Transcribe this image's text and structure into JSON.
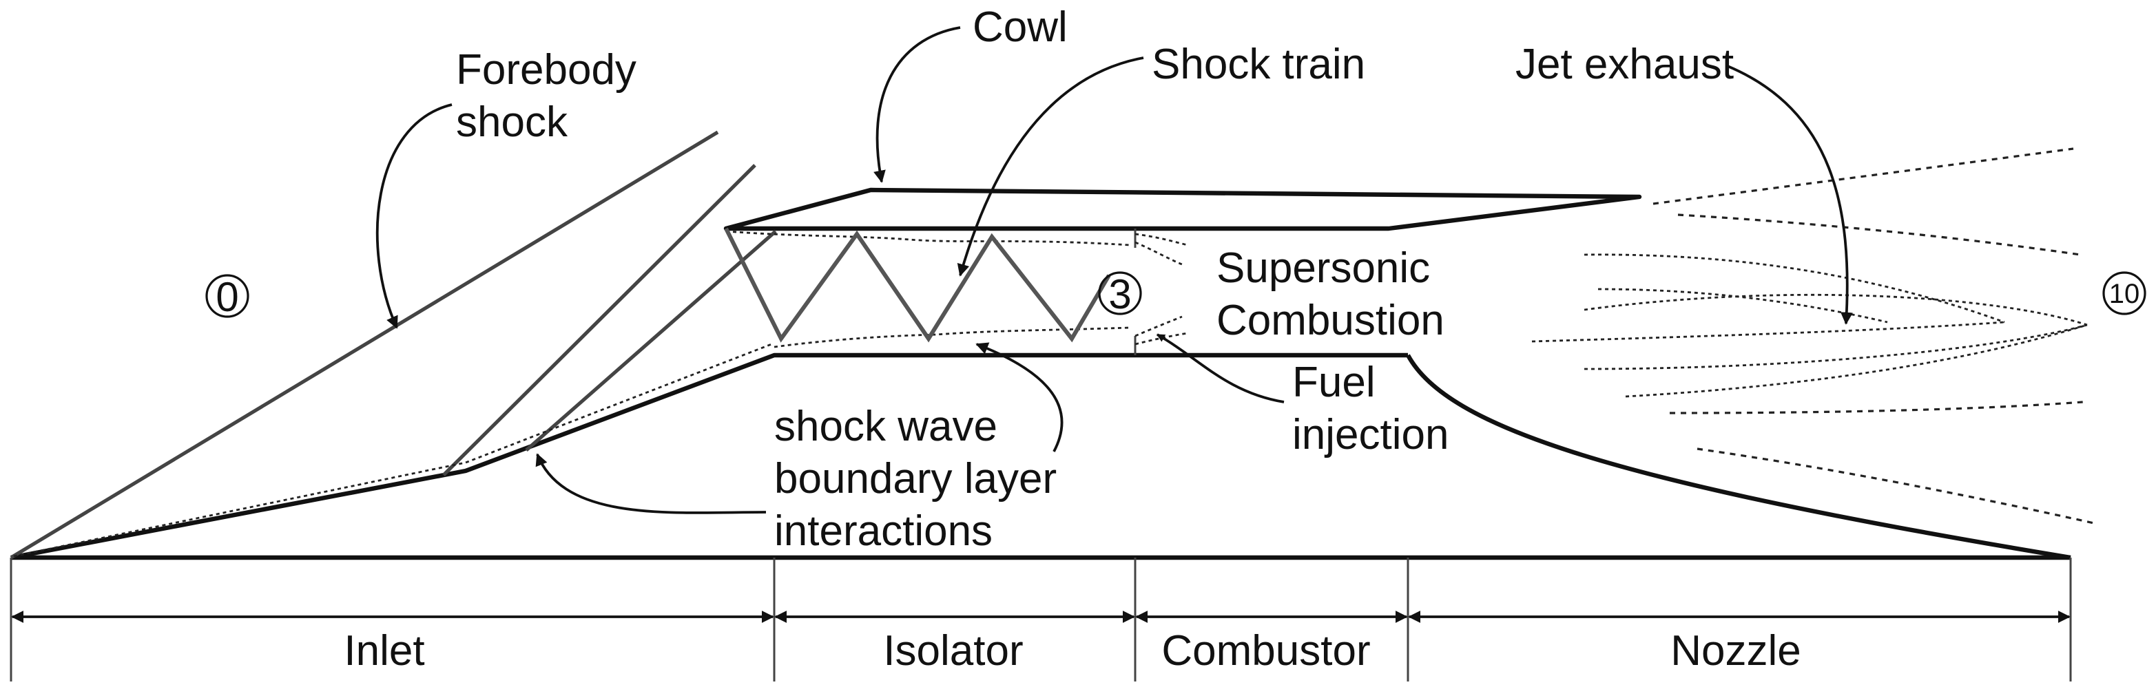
{
  "labels": {
    "forebody_shock": [
      "Forebody",
      "shock"
    ],
    "cowl": "Cowl",
    "shock_train": "Shock train",
    "jet_exhaust": "Jet exhaust",
    "supersonic_combustion": [
      "Supersonic",
      "Combustion"
    ],
    "fuel_injection": [
      "Fuel",
      "injection"
    ],
    "sbli": [
      "shock wave",
      "boundary layer",
      "interactions"
    ]
  },
  "stations": {
    "freestream": "0",
    "combustor_entry": "3",
    "nozzle_exit": "10"
  },
  "sections": [
    {
      "key": "inlet",
      "label": "Inlet"
    },
    {
      "key": "isolator",
      "label": "Isolator"
    },
    {
      "key": "combustor",
      "label": "Combustor"
    },
    {
      "key": "nozzle",
      "label": "Nozzle"
    }
  ]
}
